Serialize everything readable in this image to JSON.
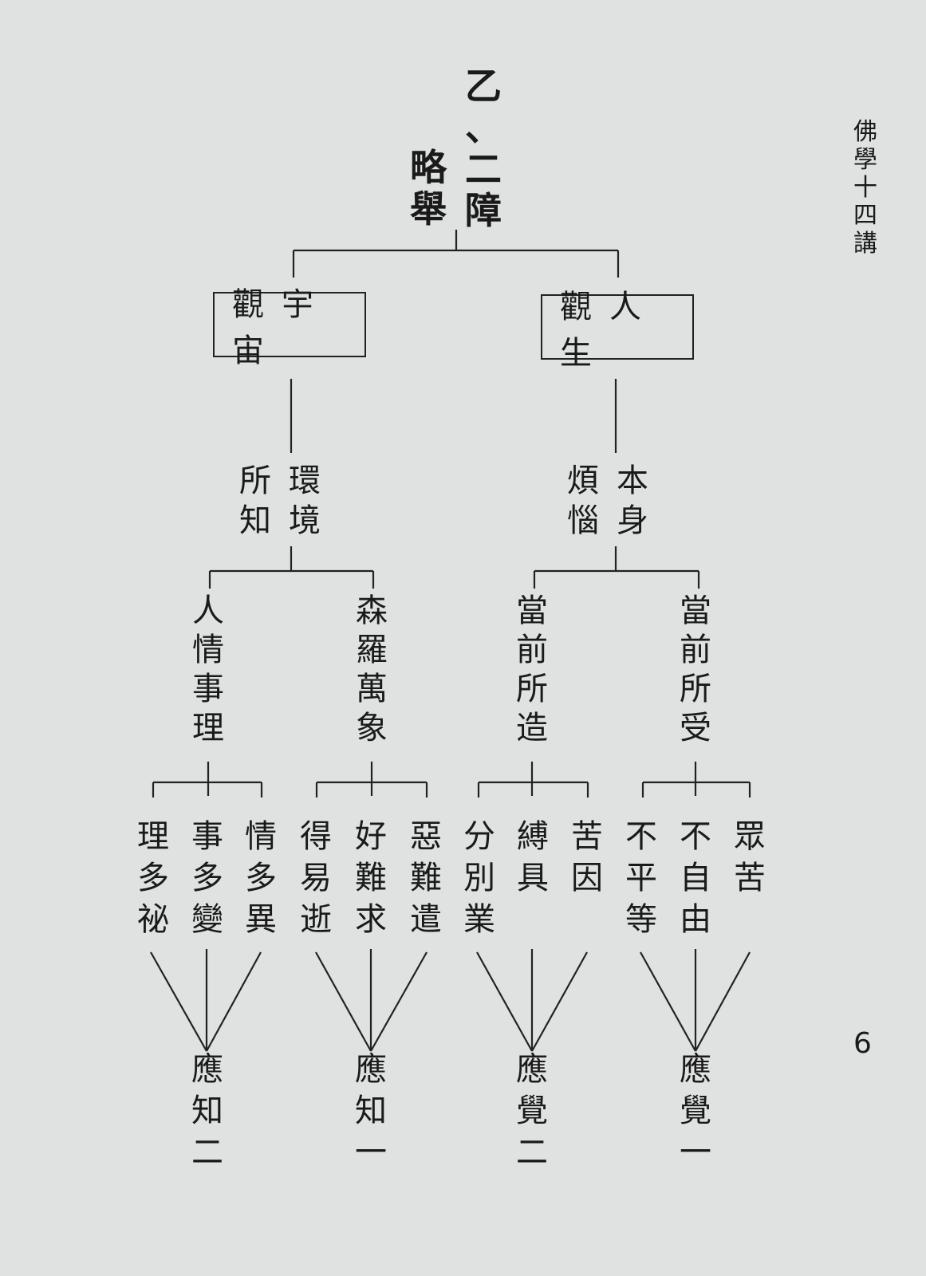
{
  "header": {
    "title_col_right": "乙、二障",
    "title_col_left": "略舉"
  },
  "side": {
    "book_title": "佛學十四講",
    "page_number": "6"
  },
  "tree": {
    "left_box": "觀宇宙",
    "right_box": "觀人生",
    "left_mid": {
      "col_right": "環境",
      "col_left": "所知"
    },
    "right_mid": {
      "col_right": "本身",
      "col_left": "煩惱"
    },
    "level3": [
      "人情事理",
      "森羅萬象",
      "當前所造",
      "當前所受"
    ],
    "level4": [
      [
        "理多祕",
        "事多變",
        "情多異"
      ],
      [
        "得易逝",
        "好難求",
        "惡難遣"
      ],
      [
        "分別業",
        "縛具",
        "苦因"
      ],
      [
        "不平等",
        "不自由",
        "眾苦"
      ]
    ],
    "conclusions": [
      "應知二",
      "應知一",
      "應覺二",
      "應覺一"
    ]
  }
}
